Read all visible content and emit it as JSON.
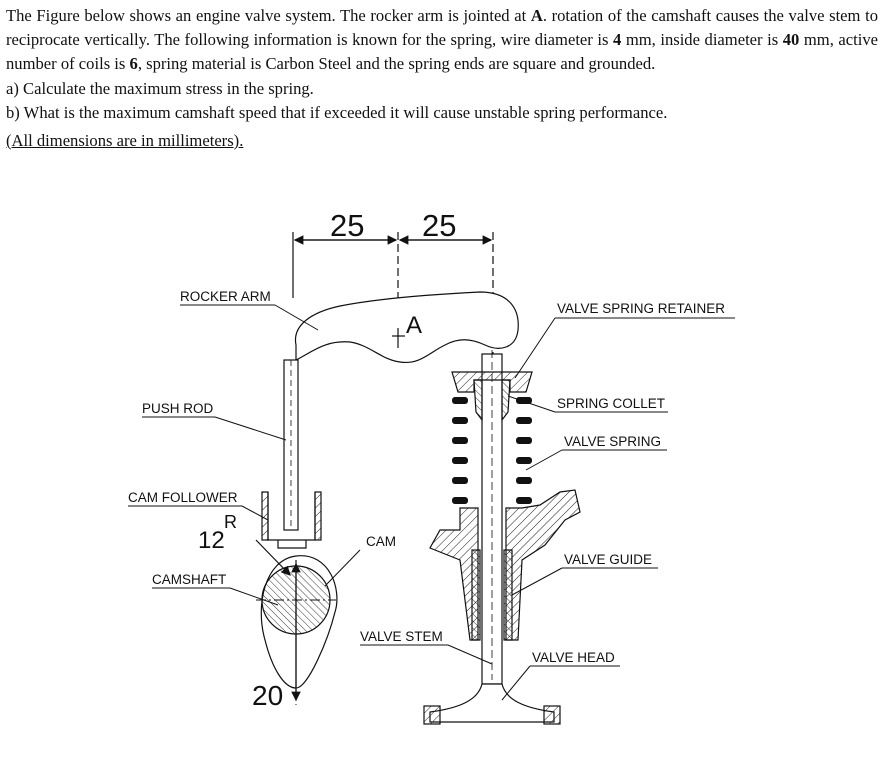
{
  "problem": {
    "intro_1": "The Figure below shows an engine valve system. The rocker arm is jointed at ",
    "pivot_ref": "A",
    "intro_2": ". rotation of the camshaft causes the valve stem to reciprocate vertically. The following information is known for the spring, wire diameter is ",
    "wire_d": "4",
    "intro_3": " mm, inside diameter is ",
    "inside_d": "40",
    "intro_4": " mm, active number of coils is ",
    "coils": "6",
    "intro_5": ", spring material is Carbon Steel and the spring ends are square and grounded.",
    "q_a": "a)  Calculate the maximum stress in the spring.",
    "q_b": "b)  What is the maximum camshaft speed that if exceeded it will cause unstable spring performance.",
    "note": "(All dimensions are in millimeters)."
  },
  "diagram": {
    "dims": {
      "left": "25",
      "right": "25",
      "radius_val": "12",
      "radius_sym": "R",
      "lift": "20"
    },
    "point_a": "A",
    "labels": {
      "rocker_arm": "ROCKER ARM",
      "push_rod": "PUSH ROD",
      "cam_follower": "CAM FOLLOWER",
      "camshaft": "CAMSHAFT",
      "cam": "CAM",
      "valve_stem": "VALVE STEM",
      "valve_spring_retainer": "VALVE SPRING RETAINER",
      "spring_collet": "SPRING COLLET",
      "valve_spring": "VALVE SPRING",
      "valve_guide": "VALVE GUIDE",
      "valve_head": "VALVE HEAD"
    }
  }
}
